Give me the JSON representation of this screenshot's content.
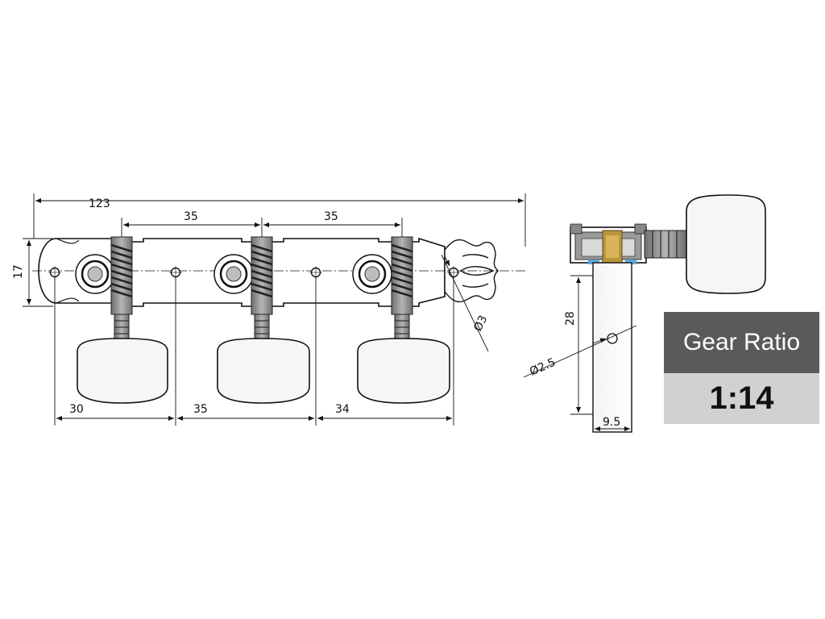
{
  "dimensions": {
    "overall_length": "123",
    "spacing_top_left": "35",
    "spacing_top_right": "35",
    "plate_height": "17",
    "bottom_1": "30",
    "bottom_2": "35",
    "bottom_3": "34",
    "hole_diameter": "Ø3",
    "post_height": "28",
    "post_hole_diameter": "Ø2.5",
    "post_width": "9.5"
  },
  "gear_ratio": {
    "label": "Gear Ratio",
    "value": "1:14"
  },
  "colors": {
    "ratio_header_bg": "#5a5a5a",
    "ratio_value_bg": "#d1d1d1",
    "metal": "#888888",
    "bushing": "#b8963e"
  }
}
